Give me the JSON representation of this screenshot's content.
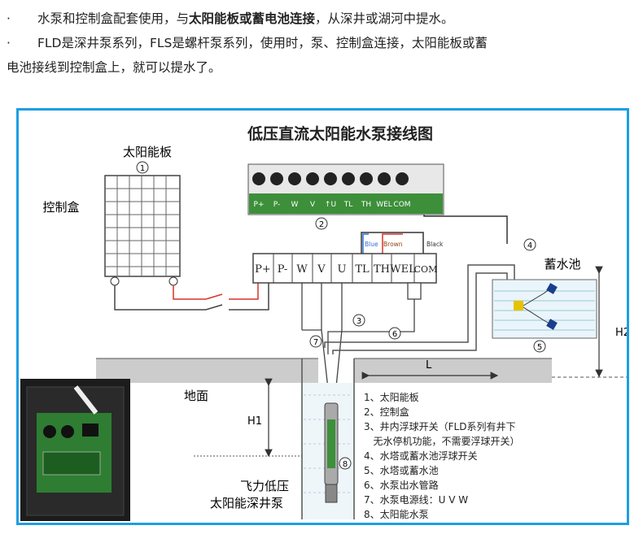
{
  "intro": {
    "line1_plain1": "水泵和控制盒配套使用，与",
    "line1_bold": "太阳能板或蓄电池连接",
    "line1_plain2": "，从深井或湖河中提水。",
    "line2": "FLD是深井泵系列，FLS是螺杆泵系列，使用时，泵、控制盒连接，太阳能板或蓄",
    "line3": "电池接线到控制盒上，就可以提水了。",
    "bullet": "·"
  },
  "diagram": {
    "title": "低压直流太阳能水泵接线图",
    "solar_panel_label": "太阳能板",
    "control_box_label": "控制盒",
    "tank_label": "蓄水池",
    "ground_label": "地面",
    "pump_label_line1": "飞力低压",
    "pump_label_line2": "太阳能深井泵",
    "dim_h1": "H1",
    "dim_h2": "H2",
    "dim_l": "L",
    "num1": "1",
    "num2": "2",
    "num3": "3",
    "num4": "4",
    "num5": "5",
    "num6": "6",
    "num7": "7",
    "num8": "8",
    "top_terminals": [
      "P+",
      "P-",
      "W",
      "V",
      "↑U",
      "TL",
      "TH",
      "WEL",
      "COM"
    ],
    "box_terminals": [
      "P+",
      "P-",
      "W",
      "V",
      "U",
      "TL",
      "TH",
      "WEL",
      "COM"
    ],
    "wire_blue": "Blue",
    "wire_brown": "Brown",
    "wire_black": "Black",
    "legend": [
      "1、太阳能板",
      "2、控制盒",
      "3、井内浮球开关（FLD系列有井下",
      "   无水停机功能，不需要浮球开关）",
      "4、水塔或蓄水池浮球开关",
      "5、水塔或蓄水池",
      "6、水泵出水管路",
      "7、水泵电源线：U V W",
      "8、太阳能水泵"
    ]
  },
  "colors": {
    "frame": "#1e9ee3",
    "red_wire": "#d9342b",
    "blue_wire": "#2f6fd6"
  }
}
